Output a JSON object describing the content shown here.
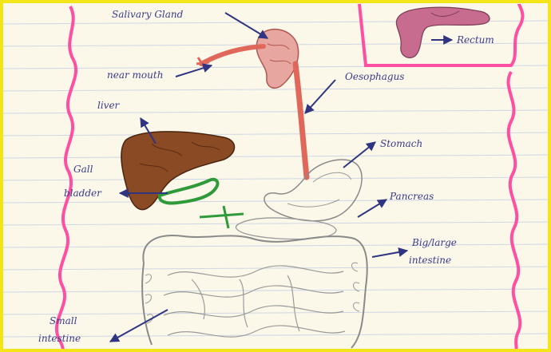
{
  "labels": {
    "salivary_gland": "Salivary Gland",
    "near_mouth": "near mouth",
    "oesophagus": "Oesophagus",
    "rectum": "Rectum",
    "liver": "liver",
    "gall_bladder_line1": "Gall",
    "gall_bladder_line2": "bladder",
    "stomach": "Stomach",
    "pancreas": "Pancreas",
    "large_intestine_line1": "Big/large",
    "large_intestine_line2": "intestine",
    "small_intestine_line1": "Small",
    "small_intestine_line2": "intestine"
  },
  "colors": {
    "paper": "#fbf8ea",
    "rule_line": "#cfd6e6",
    "margin_pink": "#ff4fa3",
    "frame_yellow": "#f3e51a",
    "ink_blue": "#2f3580",
    "liver_brown": "#8a4a24",
    "gall_green": "#2e9a3a",
    "oesophagus_red": "#e0685a",
    "gland_pink": "#e7a7a0",
    "pencil_gray": "#8a8a8a"
  }
}
